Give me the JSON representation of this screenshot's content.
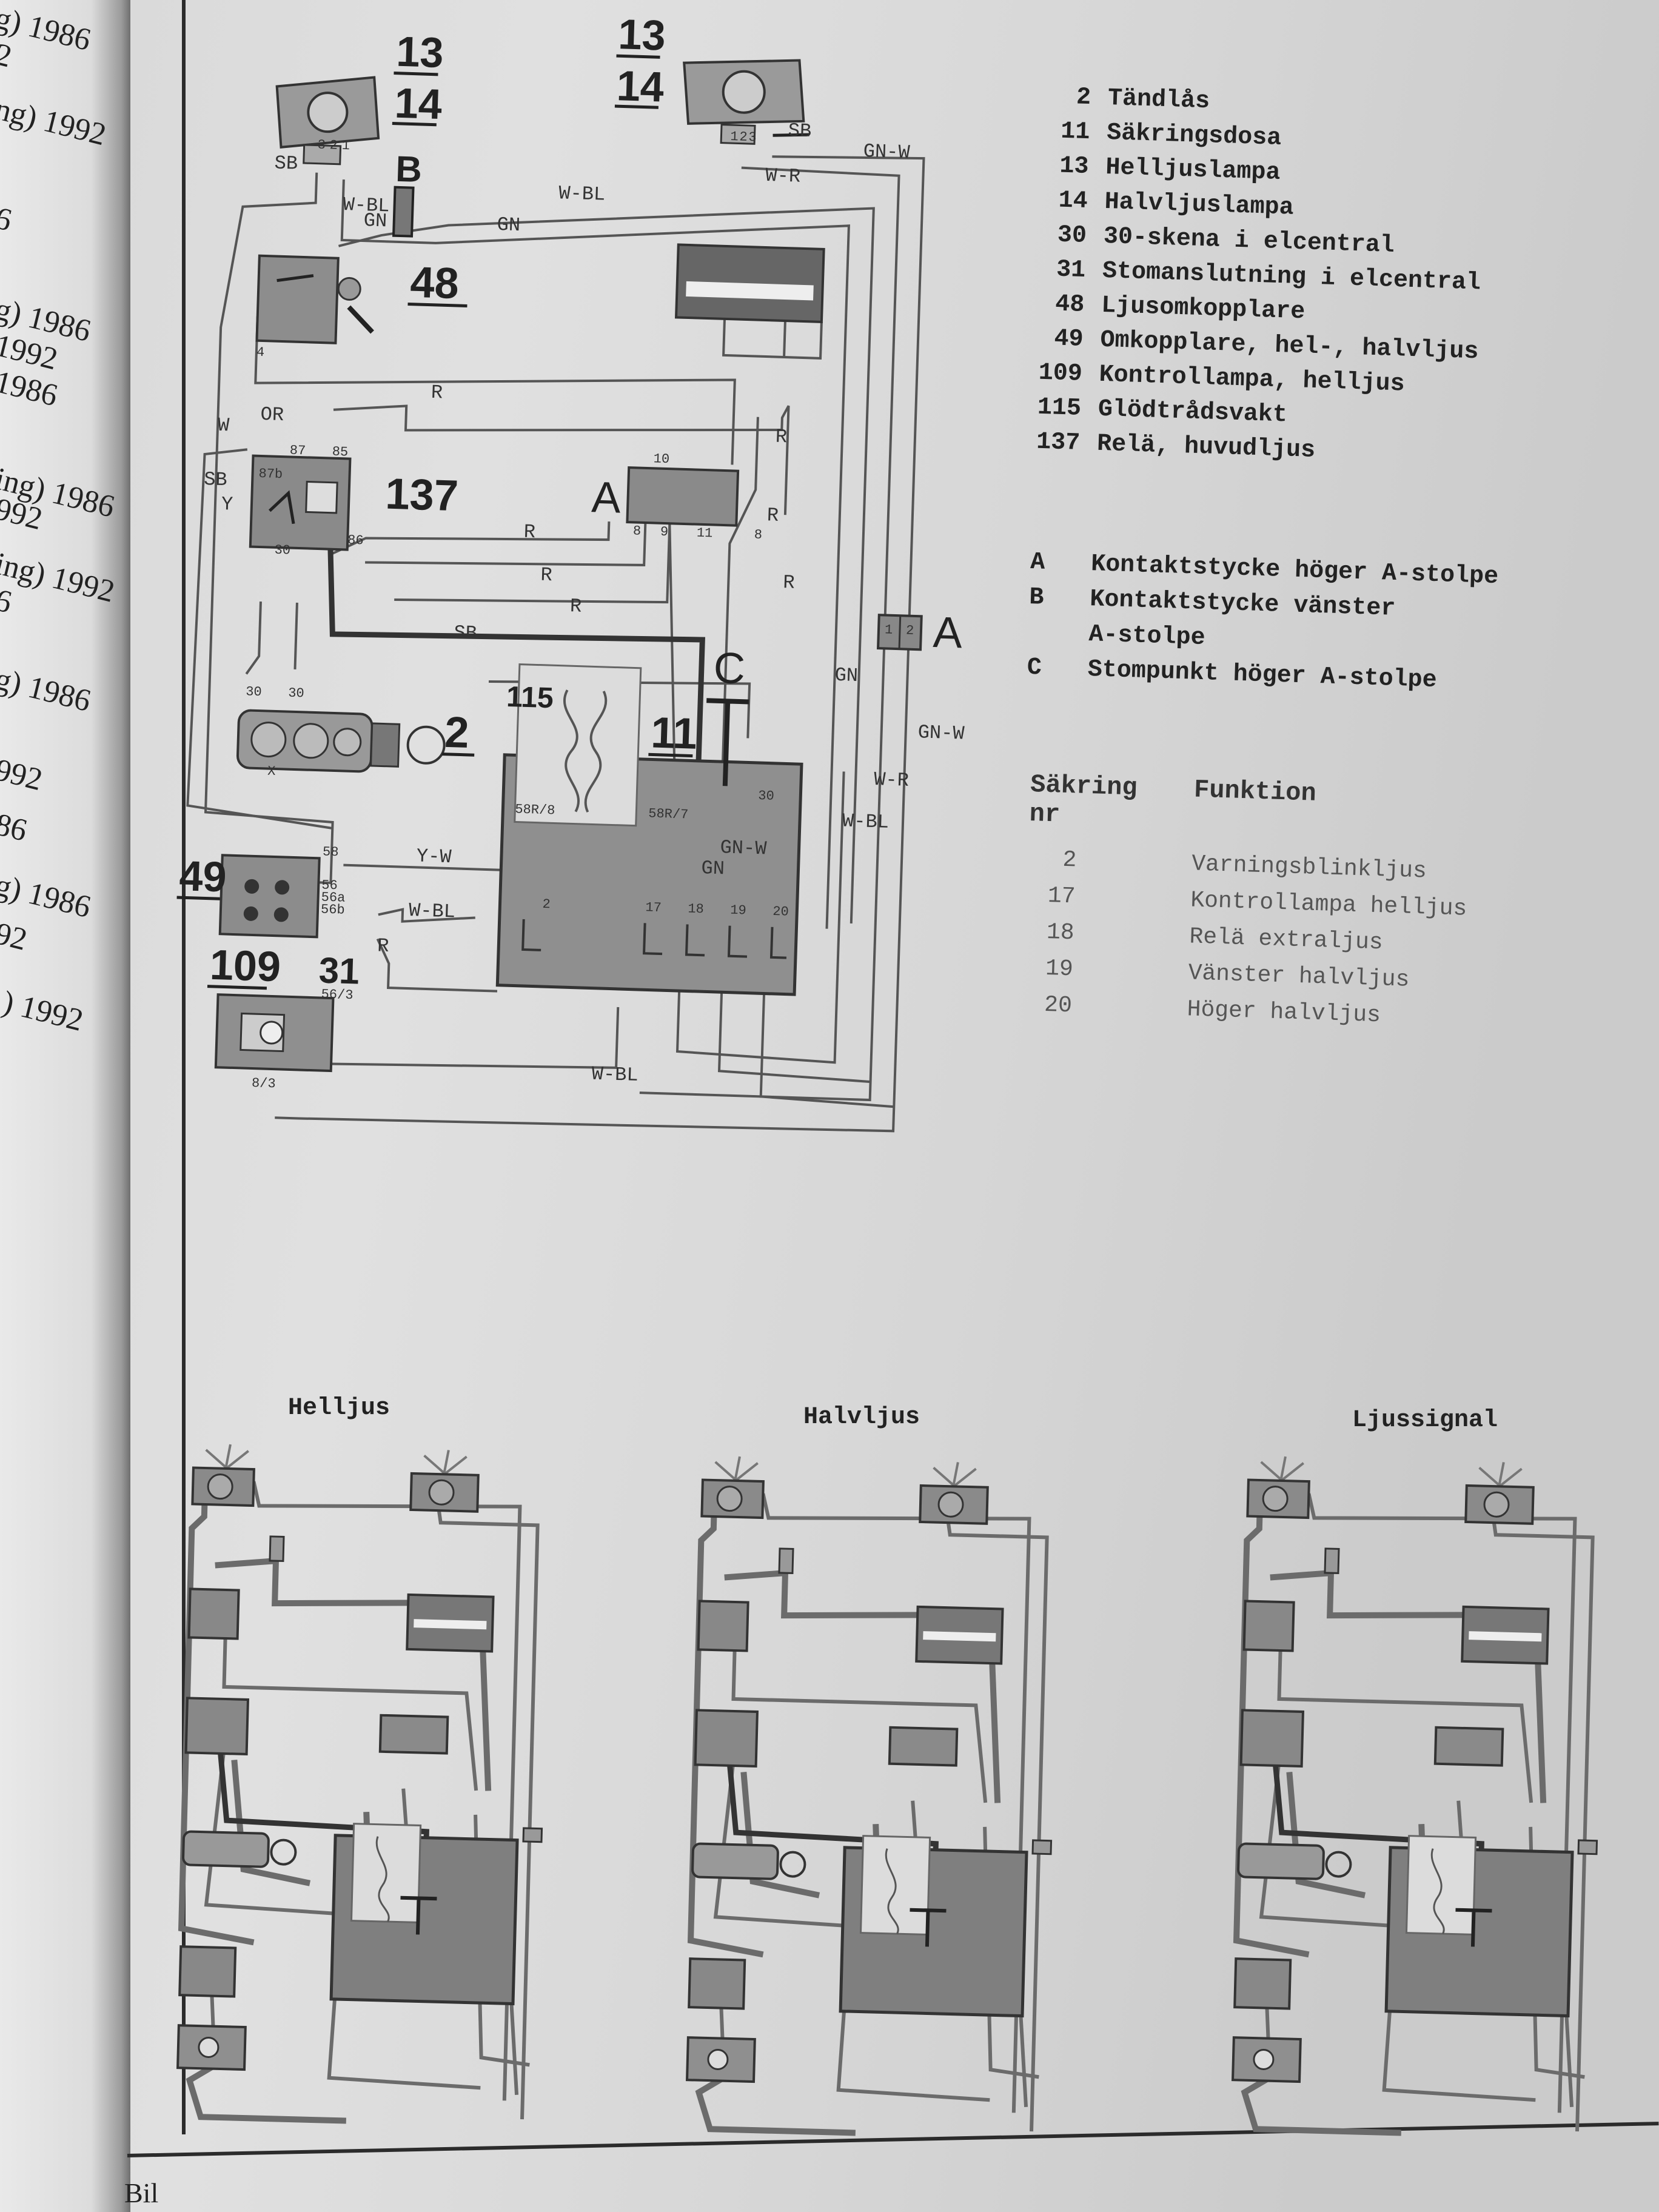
{
  "left_page_fragments": [
    "g) 1986",
    "2",
    "ng) 1992",
    "6",
    "g) 1986",
    "1992",
    "1986",
    "ing) 1986",
    "992",
    "ing) 1992",
    "6",
    "g) 1986",
    "992",
    "86",
    "g) 1986",
    "92",
    ".) 1992"
  ],
  "component_labels": {
    "headlamp_left_top": "13",
    "headlamp_left_bottom": "14",
    "headlamp_right_top": "13",
    "headlamp_right_bottom": "14",
    "connector_b": "B",
    "light_switch": "48",
    "relay": "137",
    "connector_a_center": "A",
    "ignition": "2",
    "glow_monitor": "115",
    "fuse_box": "11",
    "ground_point": "C",
    "dimmer_switch": "49",
    "indicator_lamp": "109",
    "indicator_ground": "31",
    "connector_a_right": "A"
  },
  "wire_labels": [
    "SB",
    "W-BL",
    "GN",
    "W-BL",
    "GN",
    "SB",
    "GN-W",
    "W-R",
    "W",
    "OR",
    "R",
    "R",
    "R",
    "R",
    "R",
    "SB",
    "R",
    "R",
    "Y",
    "SB",
    "GN",
    "GN-W",
    "W-R",
    "W-BL",
    "Y-W",
    "GN-W",
    "GN",
    "W-BL",
    "R",
    "W-BL",
    "30",
    "30",
    "30",
    "X",
    "58",
    "56",
    "56a",
    "56b",
    "58R/8",
    "58R/7",
    "10",
    "8",
    "9",
    "11",
    "8",
    "87",
    "85",
    "87b",
    "86",
    "30",
    "2",
    "17",
    "18",
    "19",
    "20",
    "1",
    "2",
    "3",
    "1",
    "2",
    "3",
    "4",
    "1",
    "2",
    "8/3",
    "56/3"
  ],
  "legend": [
    {
      "num": "2",
      "text": "Tändlås"
    },
    {
      "num": "11",
      "text": "Säkringsdosa"
    },
    {
      "num": "13",
      "text": "Helljuslampa"
    },
    {
      "num": "14",
      "text": "Halvljuslampa"
    },
    {
      "num": "30",
      "text": "30-skena i elcentral"
    },
    {
      "num": "31",
      "text": "Stomanslutning i elcentral"
    },
    {
      "num": "48",
      "text": "Ljusomkopplare"
    },
    {
      "num": "49",
      "text": "Omkopplare, hel-, halvljus"
    },
    {
      "num": "109",
      "text": "Kontrollampa, helljus"
    },
    {
      "num": "115",
      "text": "Glödtrådsvakt"
    },
    {
      "num": "137",
      "text": "Relä, huvudljus"
    }
  ],
  "legend_letters": [
    {
      "key": "A",
      "text": "Kontaktstycke höger A-stolpe"
    },
    {
      "key": "B",
      "text": "Kontaktstycke vänster"
    },
    {
      "key": "",
      "text": "A-stolpe"
    },
    {
      "key": "C",
      "text": "Stompunkt höger A-stolpe"
    }
  ],
  "fuse_table": {
    "header_col1_line1": "Säkring",
    "header_col1_line2": "nr",
    "header_col2": "Funktion",
    "rows": [
      {
        "nr": "2",
        "funktion": "Varningsblinkljus"
      },
      {
        "nr": "17",
        "funktion": "Kontrollampa helljus"
      },
      {
        "nr": "18",
        "funktion": "Relä extraljus"
      },
      {
        "nr": "19",
        "funktion": "Vänster halvljus"
      },
      {
        "nr": "20",
        "funktion": "Höger halvljus"
      }
    ]
  },
  "mini_diagrams": [
    {
      "title": "Helljus"
    },
    {
      "title": "Halvljus"
    },
    {
      "title": "Ljussignal"
    }
  ],
  "bottom_fragment": "Bil"
}
